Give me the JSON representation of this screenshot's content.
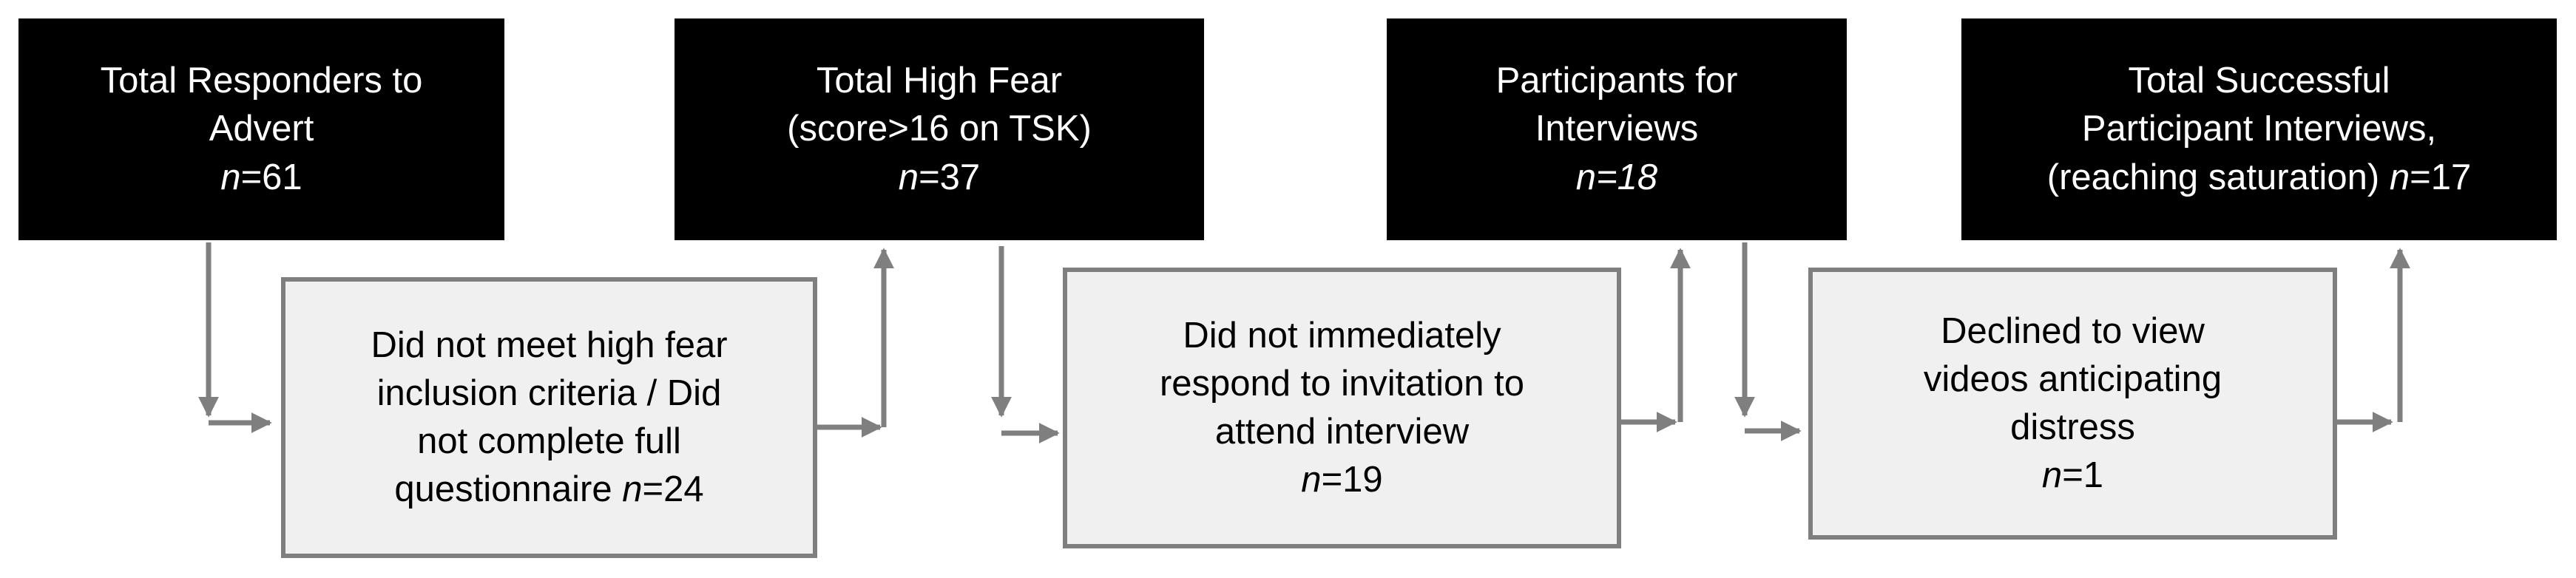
{
  "stages": [
    {
      "lines": [
        "Total Responders to",
        "Advert"
      ],
      "n_label": "n",
      "n_value": "=61",
      "n_value_italic": false
    },
    {
      "lines": [
        "Total High Fear",
        "(score>16 on TSK)"
      ],
      "n_label": "n",
      "n_value": "=37",
      "n_value_italic": false
    },
    {
      "lines": [
        "Participants for",
        "Interviews"
      ],
      "n_label": "n",
      "n_value": "=18",
      "n_value_italic": true
    },
    {
      "lines": [
        "Total Successful",
        "Participant Interviews,"
      ],
      "n_prefix": "(reaching saturation) ",
      "n_label": "n",
      "n_value": "=17",
      "n_value_italic": false
    }
  ],
  "exclusions": [
    {
      "lines": [
        "Did not meet high fear",
        "inclusion criteria / Did",
        "not complete full"
      ],
      "n_prefix": "questionnaire ",
      "n_label": "n",
      "n_value": "=24"
    },
    {
      "lines": [
        "Did not immediately",
        "respond to invitation to",
        "attend interview"
      ],
      "n_prefix": "",
      "n_label": "n",
      "n_value": "=19"
    },
    {
      "lines": [
        "Declined to view",
        "videos anticipating",
        "distress"
      ],
      "n_prefix": "",
      "n_label": "n",
      "n_value": "=1"
    }
  ],
  "colors": {
    "stage_bg": "#000000",
    "stage_text": "#ffffff",
    "exclusion_bg": "#f0f0f0",
    "border": "#7f7f7f",
    "arrow": "#7f7f7f"
  }
}
